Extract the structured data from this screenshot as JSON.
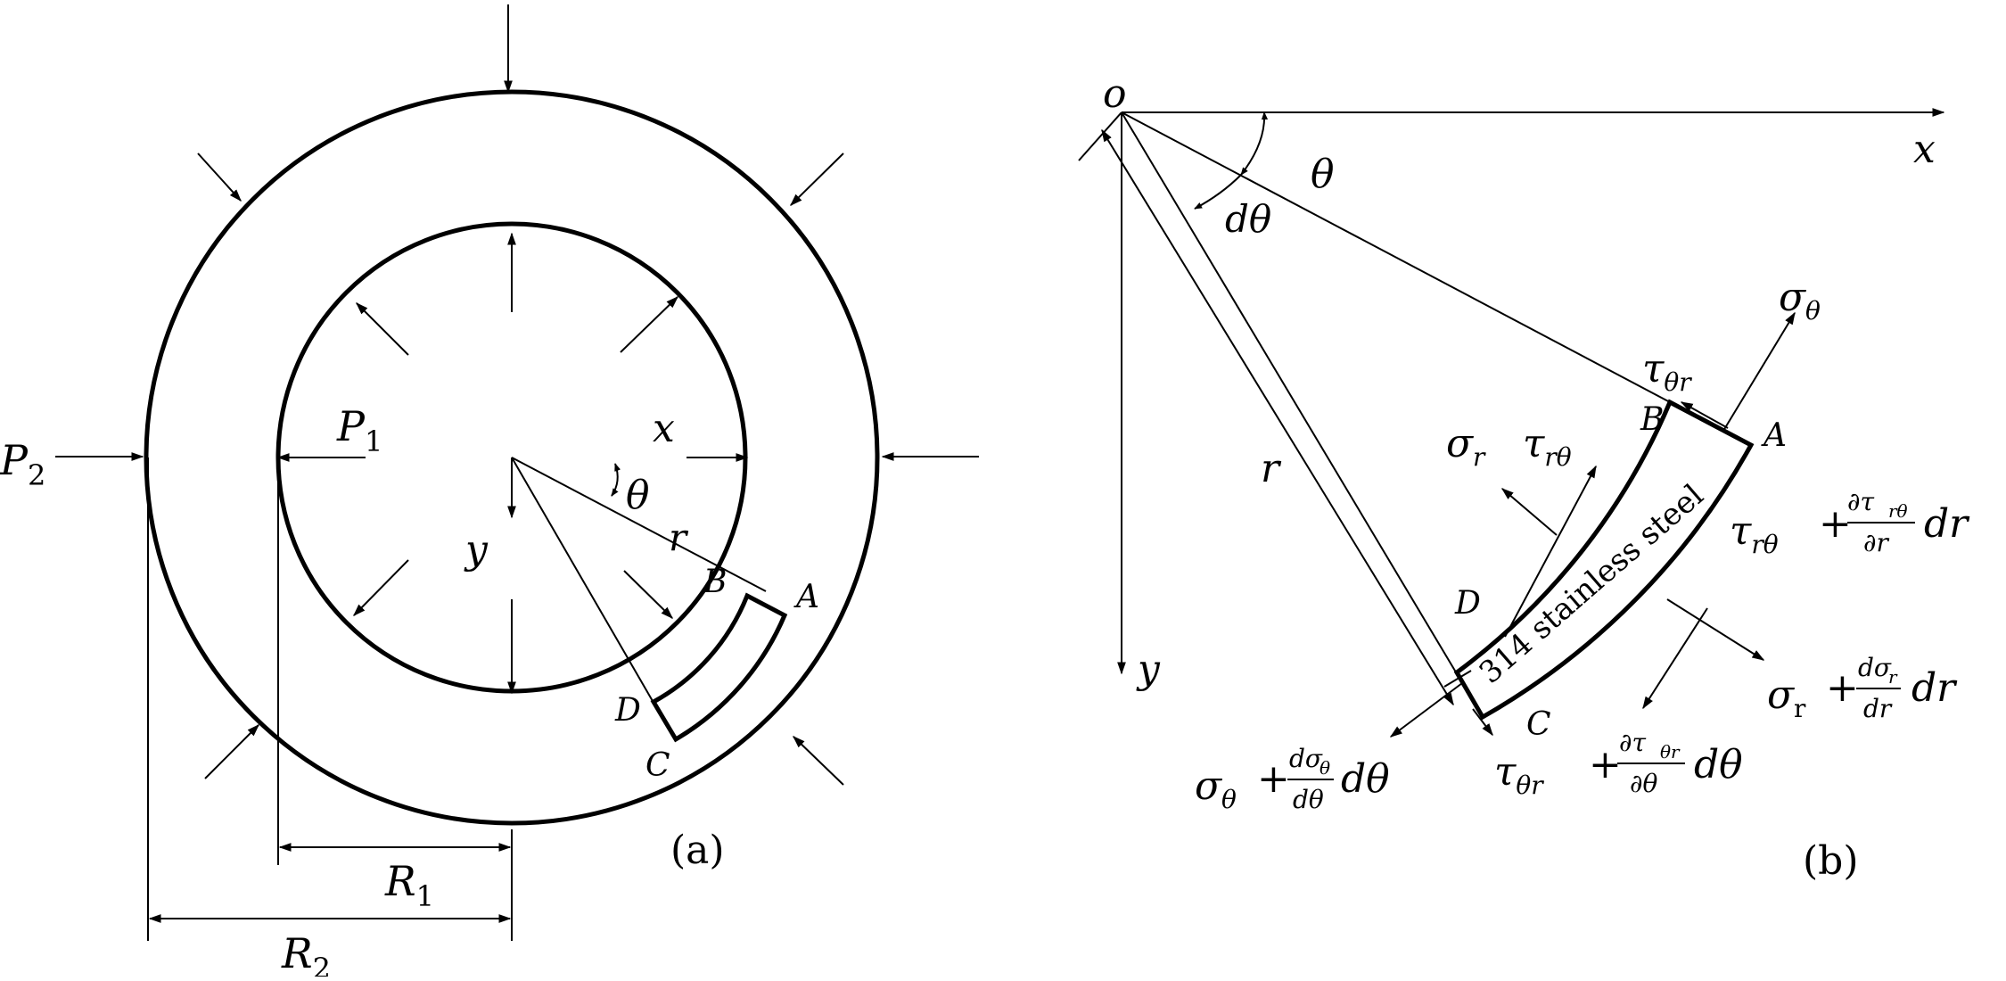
{
  "panel_a": {
    "caption": "(a)",
    "p1": "P",
    "p1_sub": "1",
    "p2": "P",
    "p2_sub": "2",
    "x": "x",
    "y": "y",
    "theta": "θ",
    "r": "r",
    "A": "A",
    "B": "B",
    "C": "C",
    "D": "D",
    "R1": "R",
    "R1_sub": "1",
    "R2": "R",
    "R2_sub": "2"
  },
  "panel_b": {
    "caption": "(b)",
    "o": "o",
    "x": "x",
    "y": "y",
    "theta": "θ",
    "dtheta": "dθ",
    "r": "r",
    "A": "A",
    "B": "B",
    "C": "C",
    "D": "D",
    "material": "314 stainless steel",
    "sigma": "σ",
    "tau": "τ",
    "sub_theta": "θ",
    "sub_r": "r",
    "sub_r_roman": "r",
    "sub_rtheta": "rθ",
    "sub_thetar": "θr",
    "plus": "+",
    "partial": "∂",
    "d": "d",
    "dr": "dr",
    "dtheta_tail": "dθ",
    "d_sigma_theta": "dσ",
    "d_sigma_r": "dσ",
    "partial_tau_rtheta": "∂τ",
    "partial_tau_thetar": "∂τ",
    "den_dtheta": "dθ",
    "den_dr": "dr",
    "den_partial_r": "∂r",
    "den_partial_theta": "∂θ"
  }
}
